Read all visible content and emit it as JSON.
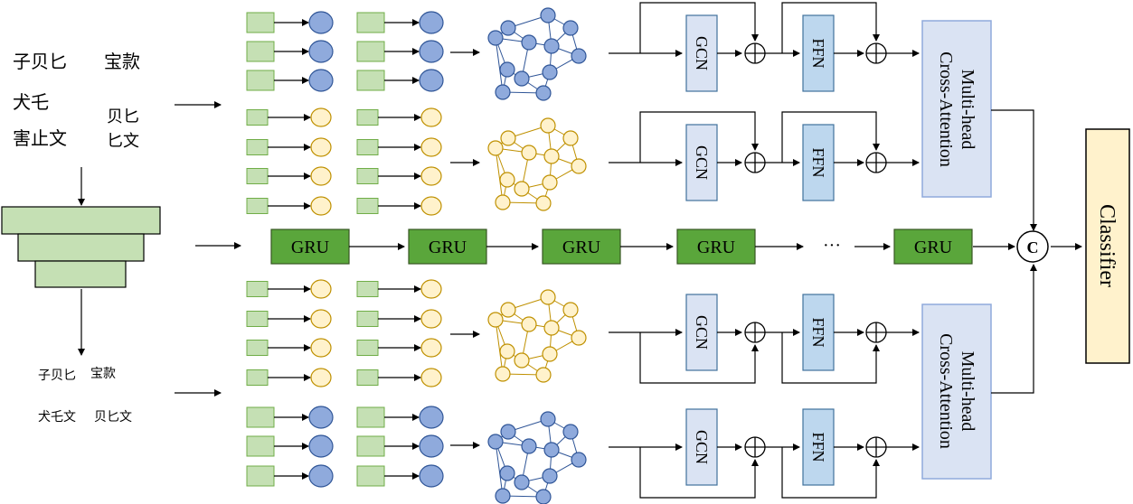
{
  "diagram": {
    "gru_label": "GRU",
    "gcn_label": "GCN",
    "ffn_label": "FFN",
    "attention_label_line1": "Multi-head",
    "attention_label_line2": "Cross-Attention",
    "concat_label": "C",
    "classifier_label": "Classifier",
    "ellipsis": "···",
    "glyphs": {
      "top_left_col1": "子贝匕",
      "top_left_col2": "犬乇",
      "top_left_col3": "害止文",
      "top_right_1": "宝款",
      "top_right_2": "贝匕",
      "top_right_3": "匕文",
      "bottom_left_1": "子贝匕",
      "bottom_left_2": "犬乇文",
      "bottom_right_1": "宝款",
      "bottom_right_2": "贝匕文"
    },
    "colors": {
      "green_fill": "#c5e0b4",
      "green_stroke": "#70ad47",
      "blue_node": "#8faadc",
      "blue_stroke": "#2f5597",
      "yellow_node": "#fff2cc",
      "yellow_stroke": "#bf9000",
      "gru_fill": "#5aa63b",
      "gru_stroke": "#375623",
      "module_fill": "#dae3f3",
      "module_stroke": "#41719c",
      "ffn_fill": "#bdd7ee",
      "attn_fill": "#dae3f3",
      "attn_stroke": "#8faadc",
      "classifier_fill": "#fff2cc",
      "classifier_stroke": "#000000"
    }
  }
}
